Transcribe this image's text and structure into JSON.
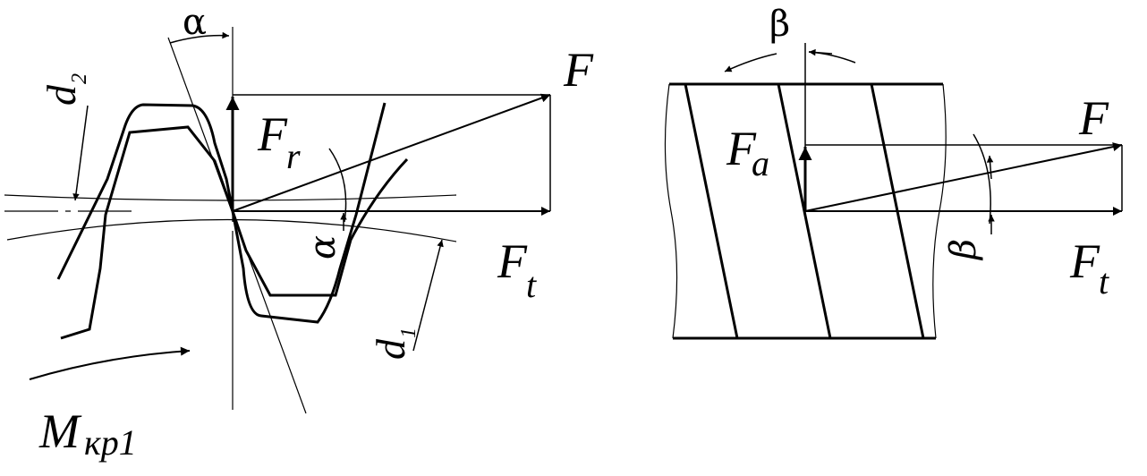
{
  "left_diagram": {
    "labels": {
      "alpha_top": "α",
      "alpha_mid": "α",
      "force_total": "F",
      "force_radial": "F",
      "force_radial_sub": "r",
      "force_tangential": "F",
      "force_tangential_sub": "t",
      "diameter_2": "d",
      "diameter_2_sub": "2",
      "diameter_1": "d",
      "diameter_1_sub": "1",
      "torque": "M",
      "torque_sub": "кр1"
    }
  },
  "right_diagram": {
    "labels": {
      "beta_top": "β",
      "beta_mid": "β",
      "force_total": "F",
      "force_axial": "F",
      "force_axial_sub": "a",
      "force_tangential": "F",
      "force_tangential_sub": "t"
    }
  },
  "colors": {
    "ink": "#000000",
    "background": "#ffffff"
  }
}
